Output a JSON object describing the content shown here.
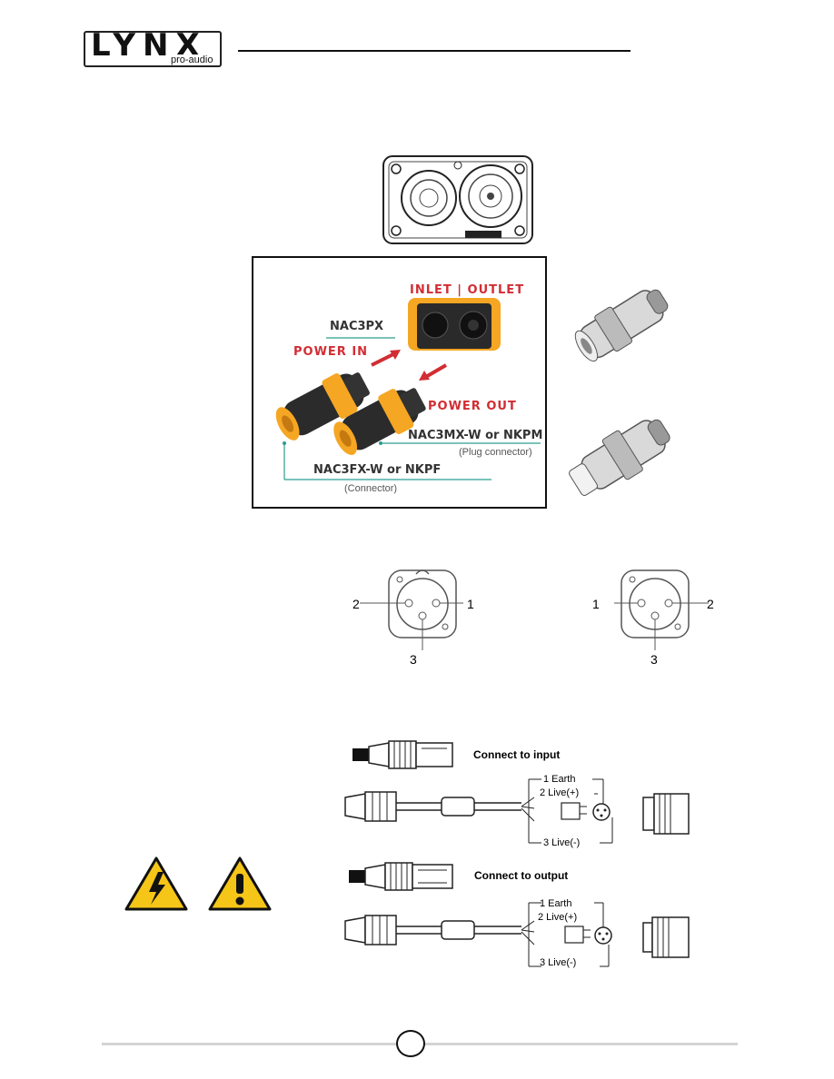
{
  "header": {
    "logo_text": "LYNX",
    "logo_sub": "pro-audio"
  },
  "panel": {
    "inlet_outlet": "INLET | OUTLET",
    "nac3px": "NAC3PX",
    "power_in": "POWER IN",
    "power_out": "POWER OUT",
    "plug_model": "NAC3MX-W or NKPM",
    "plug_desc": "(Plug connector)",
    "conn_model": "NAC3FX-W or NKPF",
    "conn_desc": "(Connector)",
    "accent": "#f5a623",
    "red": "#d22d34",
    "teal": "#2a9d8f"
  },
  "xlr": {
    "left": {
      "pin_left": "2",
      "pin_right": "1",
      "pin_bottom": "3"
    },
    "right": {
      "pin_left": "1",
      "pin_right": "2",
      "pin_bottom": "3"
    }
  },
  "wiring": {
    "input_label": "Connect to input",
    "output_label": "Connect to output",
    "earth": "1 Earth",
    "live_plus": "2 Live(+)",
    "live_minus": "3 Live(-)"
  },
  "warnings": {
    "icons": [
      "electric-shock-warning-icon",
      "exclamation-warning-icon"
    ],
    "color": "#f5c518"
  }
}
